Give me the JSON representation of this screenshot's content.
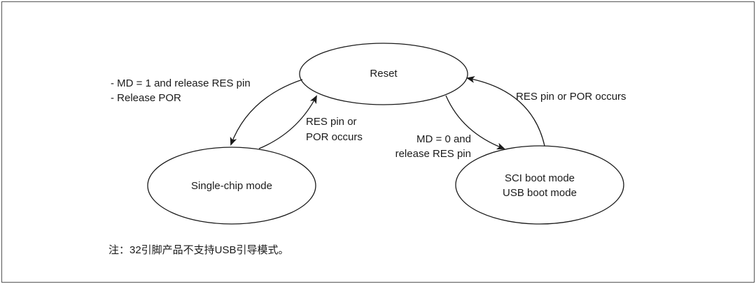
{
  "states": {
    "reset": "Reset",
    "single_chip": "Single-chip mode",
    "boot_line1": "SCI boot mode",
    "boot_line2": "USB boot mode"
  },
  "transitions": {
    "reset_to_single_line1": "- MD = 1 and release RES pin",
    "reset_to_single_line2": "- Release POR",
    "single_to_reset_line1": "RES pin or",
    "single_to_reset_line2": "POR occurs",
    "reset_to_boot_line1": "MD = 0 and",
    "reset_to_boot_line2": "release RES pin",
    "boot_to_reset": "RES pin or POR occurs"
  },
  "note": "注：32引脚产品不支持USB引导模式。"
}
